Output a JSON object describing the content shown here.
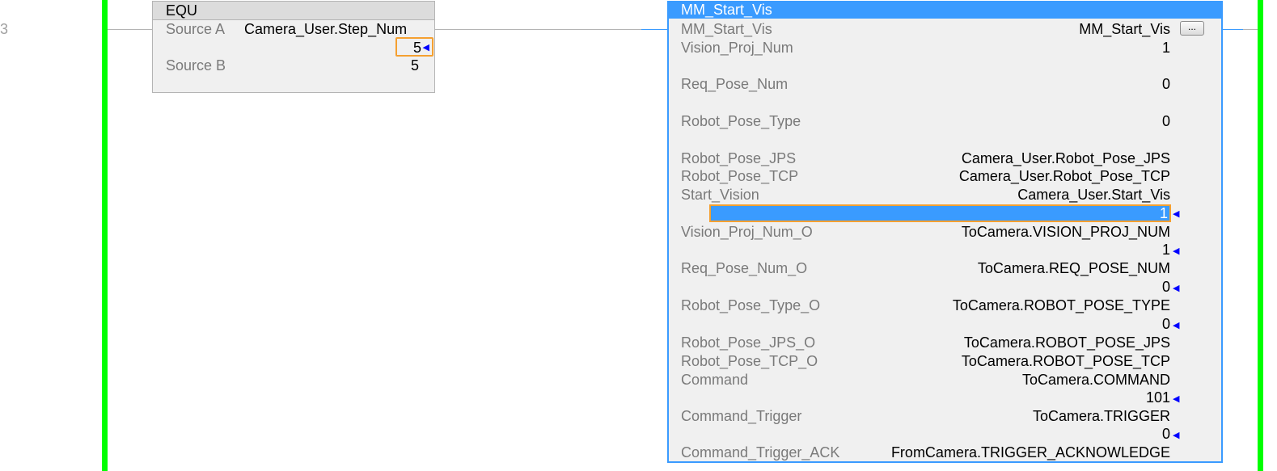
{
  "rung": {
    "number": "3"
  },
  "equ": {
    "title": "EQU",
    "source_a_label": "Source A",
    "source_a_tag": "Camera_User.Step_Num",
    "source_a_value": "5",
    "source_b_label": "Source B",
    "source_b_value": "5"
  },
  "aoi": {
    "title": "MM_Start_Vis",
    "ellipsis_label": "...",
    "rows": [
      {
        "label": "MM_Start_Vis",
        "tag": "MM_Start_Vis",
        "value": null
      },
      {
        "label": "Vision_Proj_Num",
        "tag": "1",
        "value": null
      },
      {
        "label": "Req_Pose_Num",
        "tag": "0",
        "value": null
      },
      {
        "label": "Robot_Pose_Type",
        "tag": "0",
        "value": null
      },
      {
        "label": "Robot_Pose_JPS",
        "tag": "Camera_User.Robot_Pose_JPS",
        "value": null
      },
      {
        "label": "Robot_Pose_TCP",
        "tag": "Camera_User.Robot_Pose_TCP",
        "value": null
      },
      {
        "label": "Start_Vision",
        "tag": "Camera_User.Start_Vis",
        "value": "1"
      },
      {
        "label": "Vision_Proj_Num_O",
        "tag": "ToCamera.VISION_PROJ_NUM",
        "value": "1"
      },
      {
        "label": "Req_Pose_Num_O",
        "tag": "ToCamera.REQ_POSE_NUM",
        "value": "0"
      },
      {
        "label": "Robot_Pose_Type_O",
        "tag": "ToCamera.ROBOT_POSE_TYPE",
        "value": "0"
      },
      {
        "label": "Robot_Pose_JPS_O",
        "tag": "ToCamera.ROBOT_POSE_JPS",
        "value": null
      },
      {
        "label": "Robot_Pose_TCP_O",
        "tag": "ToCamera.ROBOT_POSE_TCP",
        "value": null
      },
      {
        "label": "Command",
        "tag": "ToCamera.COMMAND",
        "value": "101"
      },
      {
        "label": "Command_Trigger",
        "tag": "ToCamera.TRIGGER",
        "value": "0"
      },
      {
        "label": "Command_Trigger_ACK",
        "tag": "FromCamera.TRIGGER_ACKNOWLEDGE",
        "value": null
      }
    ]
  },
  "colors": {
    "power_rail": "#00ff00",
    "selection": "#3a9bff",
    "highlight_border": "#f5a030",
    "force_arrow": "#0000ff"
  },
  "icons": {
    "value_arrow": "left-arrow"
  }
}
